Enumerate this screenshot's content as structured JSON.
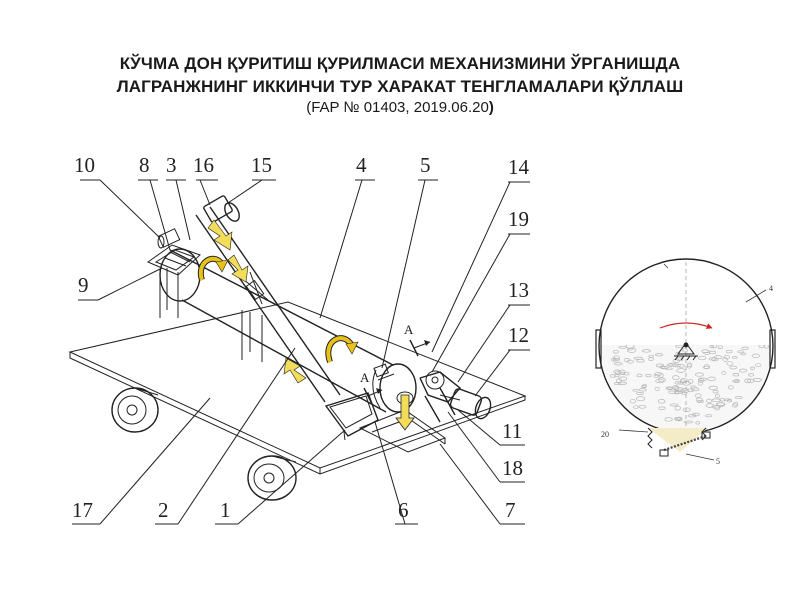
{
  "title": {
    "line1": "КЎЧМА ДОН ҚУРИТИШ ҚУРИЛМАСИ МЕХАНИЗМИНИ ЎРГАНИШДА",
    "line2": "ЛАГРАНЖНИНГ ИККИНЧИ ТУР ХАРАКАТ ТЕНГЛАМАЛАРИ ҚЎЛЛАШ",
    "patent_open": "(",
    "patent_body": "FAP № 01403, 2019.06.20",
    "patent_close": ")"
  },
  "callouts": {
    "n10": "10",
    "n8": "8",
    "n3": "3",
    "n16": "16",
    "n15": "15",
    "n4": "4",
    "n5": "5",
    "n14": "14",
    "n19": "19",
    "n9": "9",
    "n13": "13",
    "n12": "12",
    "n11": "11",
    "n18": "18",
    "n17": "17",
    "n2": "2",
    "n1": "1",
    "n6": "6",
    "n7": "7"
  },
  "section_mark": {
    "upper": "A",
    "lower": "A"
  },
  "section_view": {
    "label_drum": "4",
    "label_spring": "20",
    "label_pin": "5"
  },
  "colors": {
    "line": "#222222",
    "arrow_fill": "#f2dc5a",
    "curl_arrow": "#e8c21a",
    "grain": "#cccccc",
    "rotation_arrow": "#cc2222",
    "shade": "#f3ecc6"
  },
  "icons": {
    "curl": "curved-arrow-icon",
    "flow": "flow-arrow-icon",
    "rotation": "rotation-arrow-icon"
  }
}
